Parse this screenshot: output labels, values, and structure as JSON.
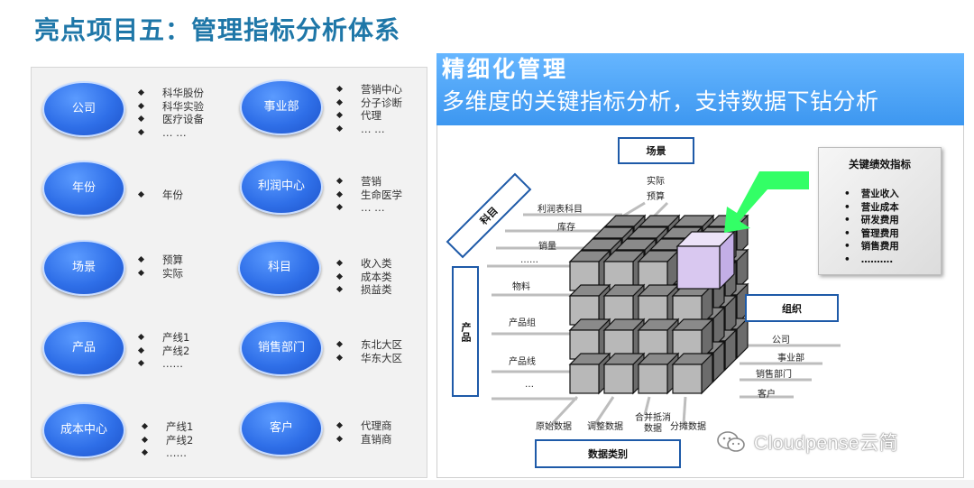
{
  "title": "亮点项目五：管理指标分析体系",
  "left": {
    "groups": [
      {
        "label": "公司",
        "items": [
          "科华股份",
          "科华实验",
          "医疗设备",
          "… …"
        ]
      },
      {
        "label": "事业部",
        "items": [
          "营销中心",
          "分子诊断",
          "代理",
          "… …"
        ]
      },
      {
        "label": "年份",
        "items": [
          "年份"
        ]
      },
      {
        "label": "利润中心",
        "items": [
          "营销",
          "生命医学",
          "… …"
        ]
      },
      {
        "label": "场景",
        "items": [
          "预算",
          "实际"
        ]
      },
      {
        "label": "科目",
        "items": [
          "收入类",
          "成本类",
          "损益类"
        ]
      },
      {
        "label": "产品",
        "items": [
          "产线1",
          "产线2",
          "……"
        ]
      },
      {
        "label": "销售部门",
        "items": [
          "东北大区",
          "华东大区"
        ]
      },
      {
        "label": "成本中心",
        "items": [
          "产线1",
          "产线2",
          "……"
        ]
      },
      {
        "label": "客户",
        "items": [
          "代理商",
          "直销商"
        ]
      }
    ]
  },
  "banner": {
    "line1": "精细化管理",
    "line2": "多维度的关键指标分析，支持数据下钻分析"
  },
  "cube": {
    "scene_box": "场景",
    "scene_items": [
      "实际",
      "预算"
    ],
    "subject_box": "科目",
    "subject_items": [
      "利润表科目",
      "库存",
      "销量",
      "……"
    ],
    "product_box": "产品",
    "product_items": [
      "物料",
      "产品组",
      "产品线",
      "…"
    ],
    "org_box": "组织",
    "org_items": [
      "公司",
      "事业部",
      "销售部门",
      "客户"
    ],
    "datatype_box": "数据类别",
    "datatype_items": [
      "原始数据",
      "调整数据",
      "合并抵消数据",
      "分摊数据"
    ]
  },
  "kpi": {
    "title": "关键绩效指标",
    "items": [
      "营业收入",
      "营业成本",
      "研发费用",
      "管理费用",
      "销售费用",
      "………."
    ]
  },
  "watermark": "Cloudpense云简",
  "colors": {
    "title": "#1f77a8",
    "oval": "#2f6fe8",
    "banner": "#4aa3f5",
    "highlight_cube": "#d9c8f0",
    "arrow": "#33ff66",
    "box_border": "#1e5aa8"
  }
}
